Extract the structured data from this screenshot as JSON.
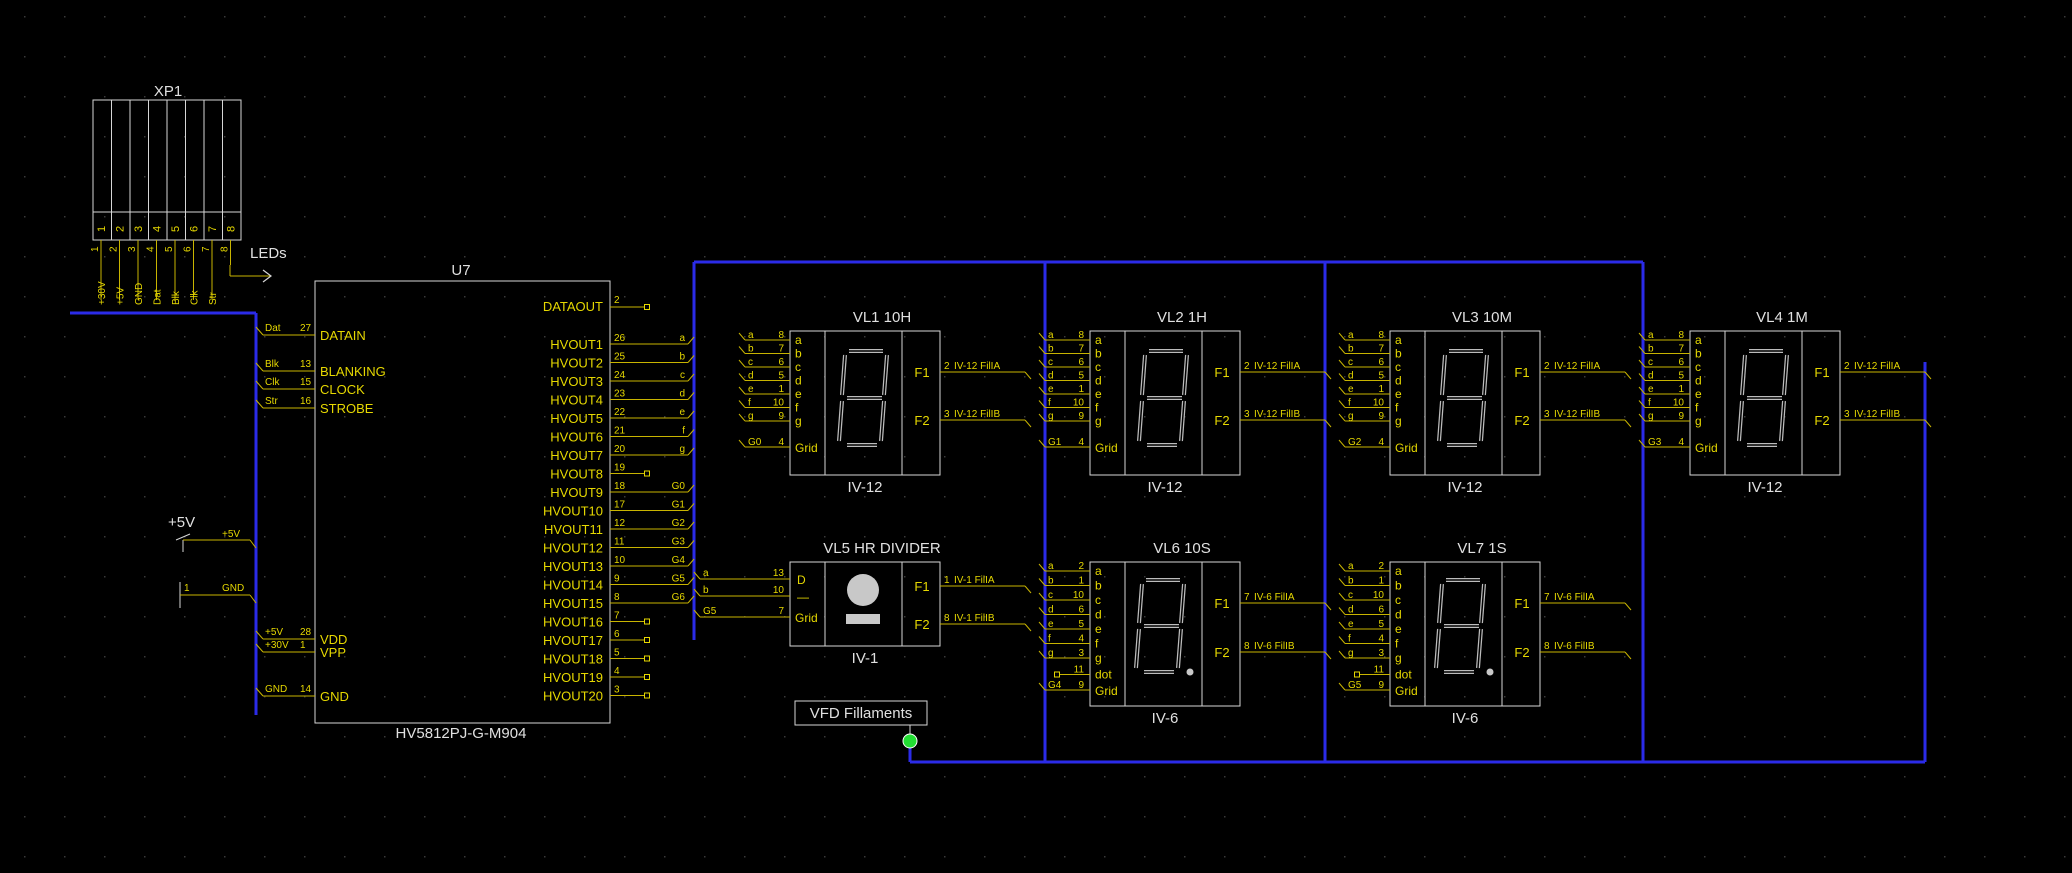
{
  "colors": {
    "background": "#000000",
    "grid_dot": "#3a3a3a",
    "component_outline": "#d6d6d6",
    "pin_wire": "#c8b400",
    "pin_text": "#e6d800",
    "bus": "#2b2be8",
    "label_text": "#e0e0e0",
    "junction": "#22dd33"
  },
  "xp1": {
    "ref": "XP1",
    "pin_numbers": [
      "1",
      "2",
      "3",
      "4",
      "5",
      "6",
      "7",
      "8"
    ],
    "pin_labels": [
      "+30V",
      "+5V",
      "GND",
      "Dat",
      "Blk",
      "Clk",
      "Str"
    ],
    "leds_label": "LEDs"
  },
  "power": {
    "vcc_label": "+5V",
    "vcc_pin": "+5V",
    "gnd_pin_num": "1",
    "gnd_pin_name": "GND"
  },
  "u7": {
    "ref": "U7",
    "part": "HV5812PJ-G-M904",
    "left_pins": [
      {
        "name": "DATAIN",
        "num": "27",
        "net": "Dat"
      },
      {
        "name": "BLANKING",
        "num": "13",
        "net": "Blk"
      },
      {
        "name": "CLOCK",
        "num": "15",
        "net": "Clk"
      },
      {
        "name": "STROBE",
        "num": "16",
        "net": "Str"
      },
      {
        "name": "VDD",
        "num": "28",
        "net": "+5V"
      },
      {
        "name": "VPP",
        "num": "1",
        "net": "+30V"
      },
      {
        "name": "GND",
        "num": "14",
        "net": "GND"
      }
    ],
    "dataout": {
      "name": "DATAOUT",
      "num": "2"
    },
    "right_pins": [
      {
        "name": "HVOUT1",
        "num": "26",
        "net": "a"
      },
      {
        "name": "HVOUT2",
        "num": "25",
        "net": "b"
      },
      {
        "name": "HVOUT3",
        "num": "24",
        "net": "c"
      },
      {
        "name": "HVOUT4",
        "num": "23",
        "net": "d"
      },
      {
        "name": "HVOUT5",
        "num": "22",
        "net": "e"
      },
      {
        "name": "HVOUT6",
        "num": "21",
        "net": "f"
      },
      {
        "name": "HVOUT7",
        "num": "20",
        "net": "g"
      },
      {
        "name": "HVOUT8",
        "num": "19",
        "net": ""
      },
      {
        "name": "HVOUT9",
        "num": "18",
        "net": "G0"
      },
      {
        "name": "HVOUT10",
        "num": "17",
        "net": "G1"
      },
      {
        "name": "HVOUT11",
        "num": "12",
        "net": "G2"
      },
      {
        "name": "HVOUT12",
        "num": "11",
        "net": "G3"
      },
      {
        "name": "HVOUT13",
        "num": "10",
        "net": "G4"
      },
      {
        "name": "HVOUT14",
        "num": "9",
        "net": "G5"
      },
      {
        "name": "HVOUT15",
        "num": "8",
        "net": "G6"
      },
      {
        "name": "HVOUT16",
        "num": "7",
        "net": ""
      },
      {
        "name": "HVOUT17",
        "num": "6",
        "net": ""
      },
      {
        "name": "HVOUT18",
        "num": "5",
        "net": ""
      },
      {
        "name": "HVOUT19",
        "num": "4",
        "net": ""
      },
      {
        "name": "HVOUT20",
        "num": "3",
        "net": ""
      }
    ]
  },
  "vl1": {
    "ref": "VL1",
    "value": "10H",
    "part": "IV-12",
    "seg_pins": [
      {
        "net": "a",
        "num": "8"
      },
      {
        "net": "b",
        "num": "7"
      },
      {
        "net": "c",
        "num": "6"
      },
      {
        "net": "d",
        "num": "5"
      },
      {
        "net": "e",
        "num": "1"
      },
      {
        "net": "f",
        "num": "10"
      },
      {
        "net": "g",
        "num": "9"
      }
    ],
    "grid_net": "G0",
    "grid_num": "4",
    "f1_num": "2",
    "f1_net": "IV-12 FilIA",
    "f2_num": "3",
    "f2_net": "IV-12 FilIB"
  },
  "vl2": {
    "ref": "VL2",
    "value": "1H",
    "part": "IV-12",
    "seg_pins": [
      {
        "net": "a",
        "num": "8"
      },
      {
        "net": "b",
        "num": "7"
      },
      {
        "net": "c",
        "num": "6"
      },
      {
        "net": "d",
        "num": "5"
      },
      {
        "net": "e",
        "num": "1"
      },
      {
        "net": "f",
        "num": "10"
      },
      {
        "net": "g",
        "num": "9"
      }
    ],
    "grid_net": "G1",
    "grid_num": "4",
    "f1_num": "2",
    "f1_net": "IV-12 FilIA",
    "f2_num": "3",
    "f2_net": "IV-12 FilIB"
  },
  "vl3": {
    "ref": "VL3",
    "value": "10M",
    "part": "IV-12",
    "seg_pins": [
      {
        "net": "a",
        "num": "8"
      },
      {
        "net": "b",
        "num": "7"
      },
      {
        "net": "c",
        "num": "6"
      },
      {
        "net": "d",
        "num": "5"
      },
      {
        "net": "e",
        "num": "1"
      },
      {
        "net": "f",
        "num": "10"
      },
      {
        "net": "g",
        "num": "9"
      }
    ],
    "grid_net": "G2",
    "grid_num": "4",
    "f1_num": "2",
    "f1_net": "IV-12 FilIA",
    "f2_num": "3",
    "f2_net": "IV-12 FilIB"
  },
  "vl4": {
    "ref": "VL4",
    "value": "1M",
    "part": "IV-12",
    "seg_pins": [
      {
        "net": "a",
        "num": "8"
      },
      {
        "net": "b",
        "num": "7"
      },
      {
        "net": "c",
        "num": "6"
      },
      {
        "net": "d",
        "num": "5"
      },
      {
        "net": "e",
        "num": "1"
      },
      {
        "net": "f",
        "num": "10"
      },
      {
        "net": "g",
        "num": "9"
      }
    ],
    "grid_net": "G3",
    "grid_num": "4",
    "f1_num": "2",
    "f1_net": "IV-12 FilIA",
    "f2_num": "3",
    "f2_net": "IV-12 FilIB"
  },
  "vl5": {
    "ref": "VL5",
    "value": "HR DIVIDER",
    "part": "IV-1",
    "seg_pins": [
      {
        "net": "a",
        "num": "13",
        "pin": "D"
      },
      {
        "net": "b",
        "num": "10",
        "pin": "—"
      }
    ],
    "grid_net": "G5",
    "grid_num": "7",
    "f1_num": "1",
    "f1_net": "IV-1 FilIA",
    "f2_num": "8",
    "f2_net": "IV-1 FilIB"
  },
  "vl6": {
    "ref": "VL6",
    "value": "10S",
    "part": "IV-6",
    "seg_pins": [
      {
        "net": "a",
        "num": "2"
      },
      {
        "net": "b",
        "num": "1"
      },
      {
        "net": "c",
        "num": "10"
      },
      {
        "net": "d",
        "num": "6"
      },
      {
        "net": "e",
        "num": "5"
      },
      {
        "net": "f",
        "num": "4"
      },
      {
        "net": "g",
        "num": "3"
      }
    ],
    "dot_num": "11",
    "grid_net": "G4",
    "grid_num": "9",
    "f1_num": "7",
    "f1_net": "IV-6 FilIA",
    "f2_num": "8",
    "f2_net": "IV-6 FilIB"
  },
  "vl7": {
    "ref": "VL7",
    "value": "1S",
    "part": "IV-6",
    "seg_pins": [
      {
        "net": "a",
        "num": "2"
      },
      {
        "net": "b",
        "num": "1"
      },
      {
        "net": "c",
        "num": "10"
      },
      {
        "net": "d",
        "num": "6"
      },
      {
        "net": "e",
        "num": "5"
      },
      {
        "net": "f",
        "num": "4"
      },
      {
        "net": "g",
        "num": "3"
      }
    ],
    "dot_num": "11",
    "grid_net": "G5",
    "grid_num": "9",
    "f1_num": "7",
    "f1_net": "IV-6 FilIA",
    "f2_num": "8",
    "f2_net": "IV-6 FilIB"
  },
  "ivpins": {
    "segs": [
      "a",
      "b",
      "c",
      "d",
      "e",
      "f",
      "g"
    ],
    "dot": "dot",
    "grid": "Grid",
    "f1": "F1",
    "f2": "F2"
  },
  "fil_label": "VFD Fillaments"
}
